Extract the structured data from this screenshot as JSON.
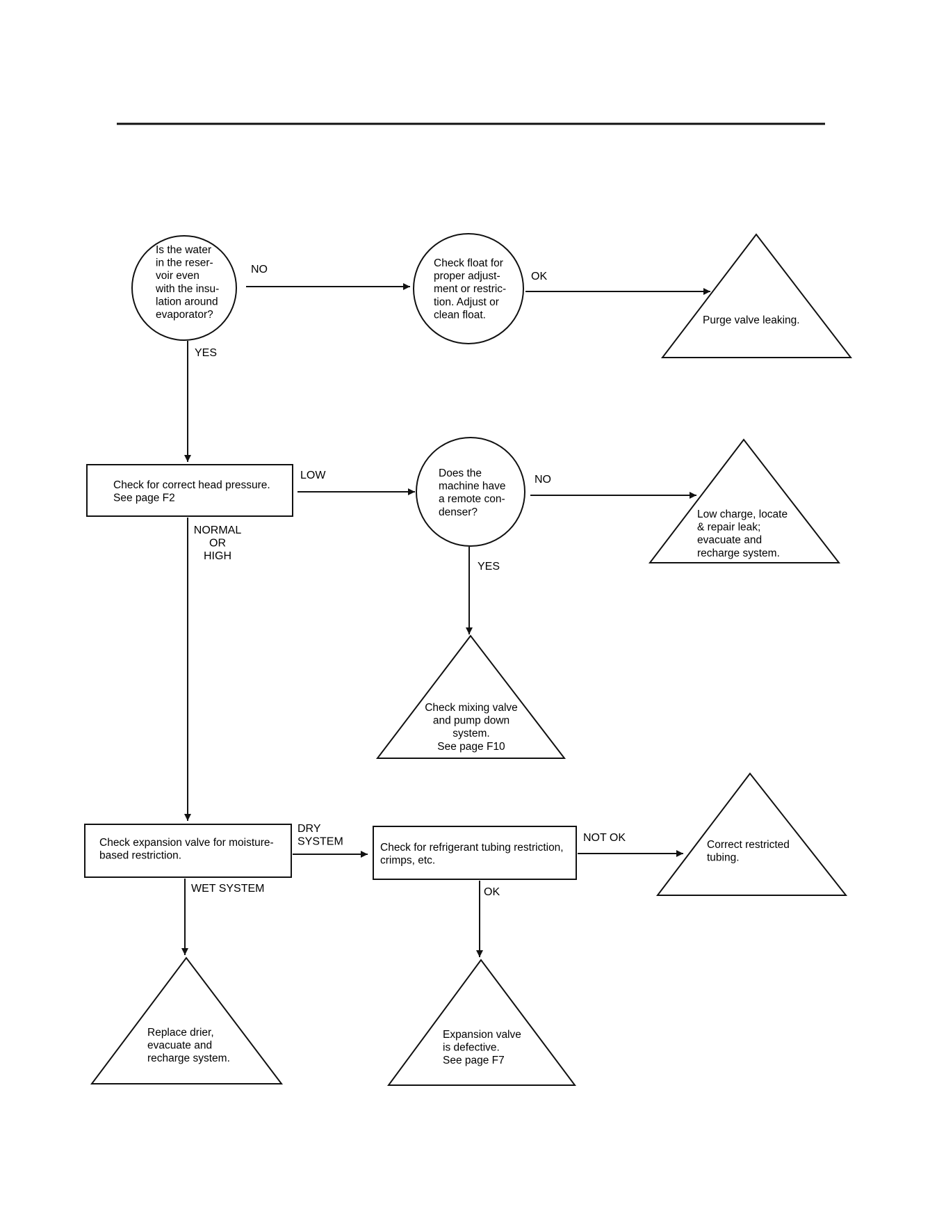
{
  "colors": {
    "ink": "#111111",
    "paper": "#ffffff"
  },
  "nodes": {
    "water_question": [
      "Is the water",
      "in the reser-",
      "voir even",
      "with the insu-",
      "lation around",
      "evaporator?"
    ],
    "check_float": [
      "Check float for",
      "proper adjust-",
      "ment or restric-",
      "tion. Adjust or",
      "clean float."
    ],
    "purge_valve": [
      "Purge valve leaking."
    ],
    "head_pressure": [
      "Check for correct head pressure.",
      "See page F2"
    ],
    "remote_condenser": [
      "Does the",
      "machine have",
      "a remote con-",
      "denser?"
    ],
    "low_charge": [
      "Low charge, locate",
      "& repair leak;",
      "evacuate and",
      "recharge system."
    ],
    "mixing_valve": [
      "Check mixing valve",
      "and pump down",
      "system.",
      "See page F10"
    ],
    "expansion_moisture": [
      "Check expansion valve for moisture-",
      "based restriction."
    ],
    "tubing_restriction": [
      "Check for refrigerant tubing restriction,",
      "crimps, etc."
    ],
    "correct_tubing": [
      "Correct restricted",
      "tubing."
    ],
    "replace_drier": [
      "Replace drier,",
      "evacuate and",
      "recharge system."
    ],
    "expansion_defective": [
      "Expansion valve",
      "is defective.",
      "See page F7"
    ]
  },
  "edge_labels": {
    "no_1": "NO",
    "ok_1": "OK",
    "yes_1": "YES",
    "low": "LOW",
    "no_2": "NO",
    "yes_2": "YES",
    "normal_or_high": [
      "NORMAL",
      "OR",
      "HIGH"
    ],
    "dry_system": [
      "DRY",
      "SYSTEM"
    ],
    "not_ok": "NOT OK",
    "wet_system": "WET SYSTEM",
    "ok_2": "OK"
  }
}
